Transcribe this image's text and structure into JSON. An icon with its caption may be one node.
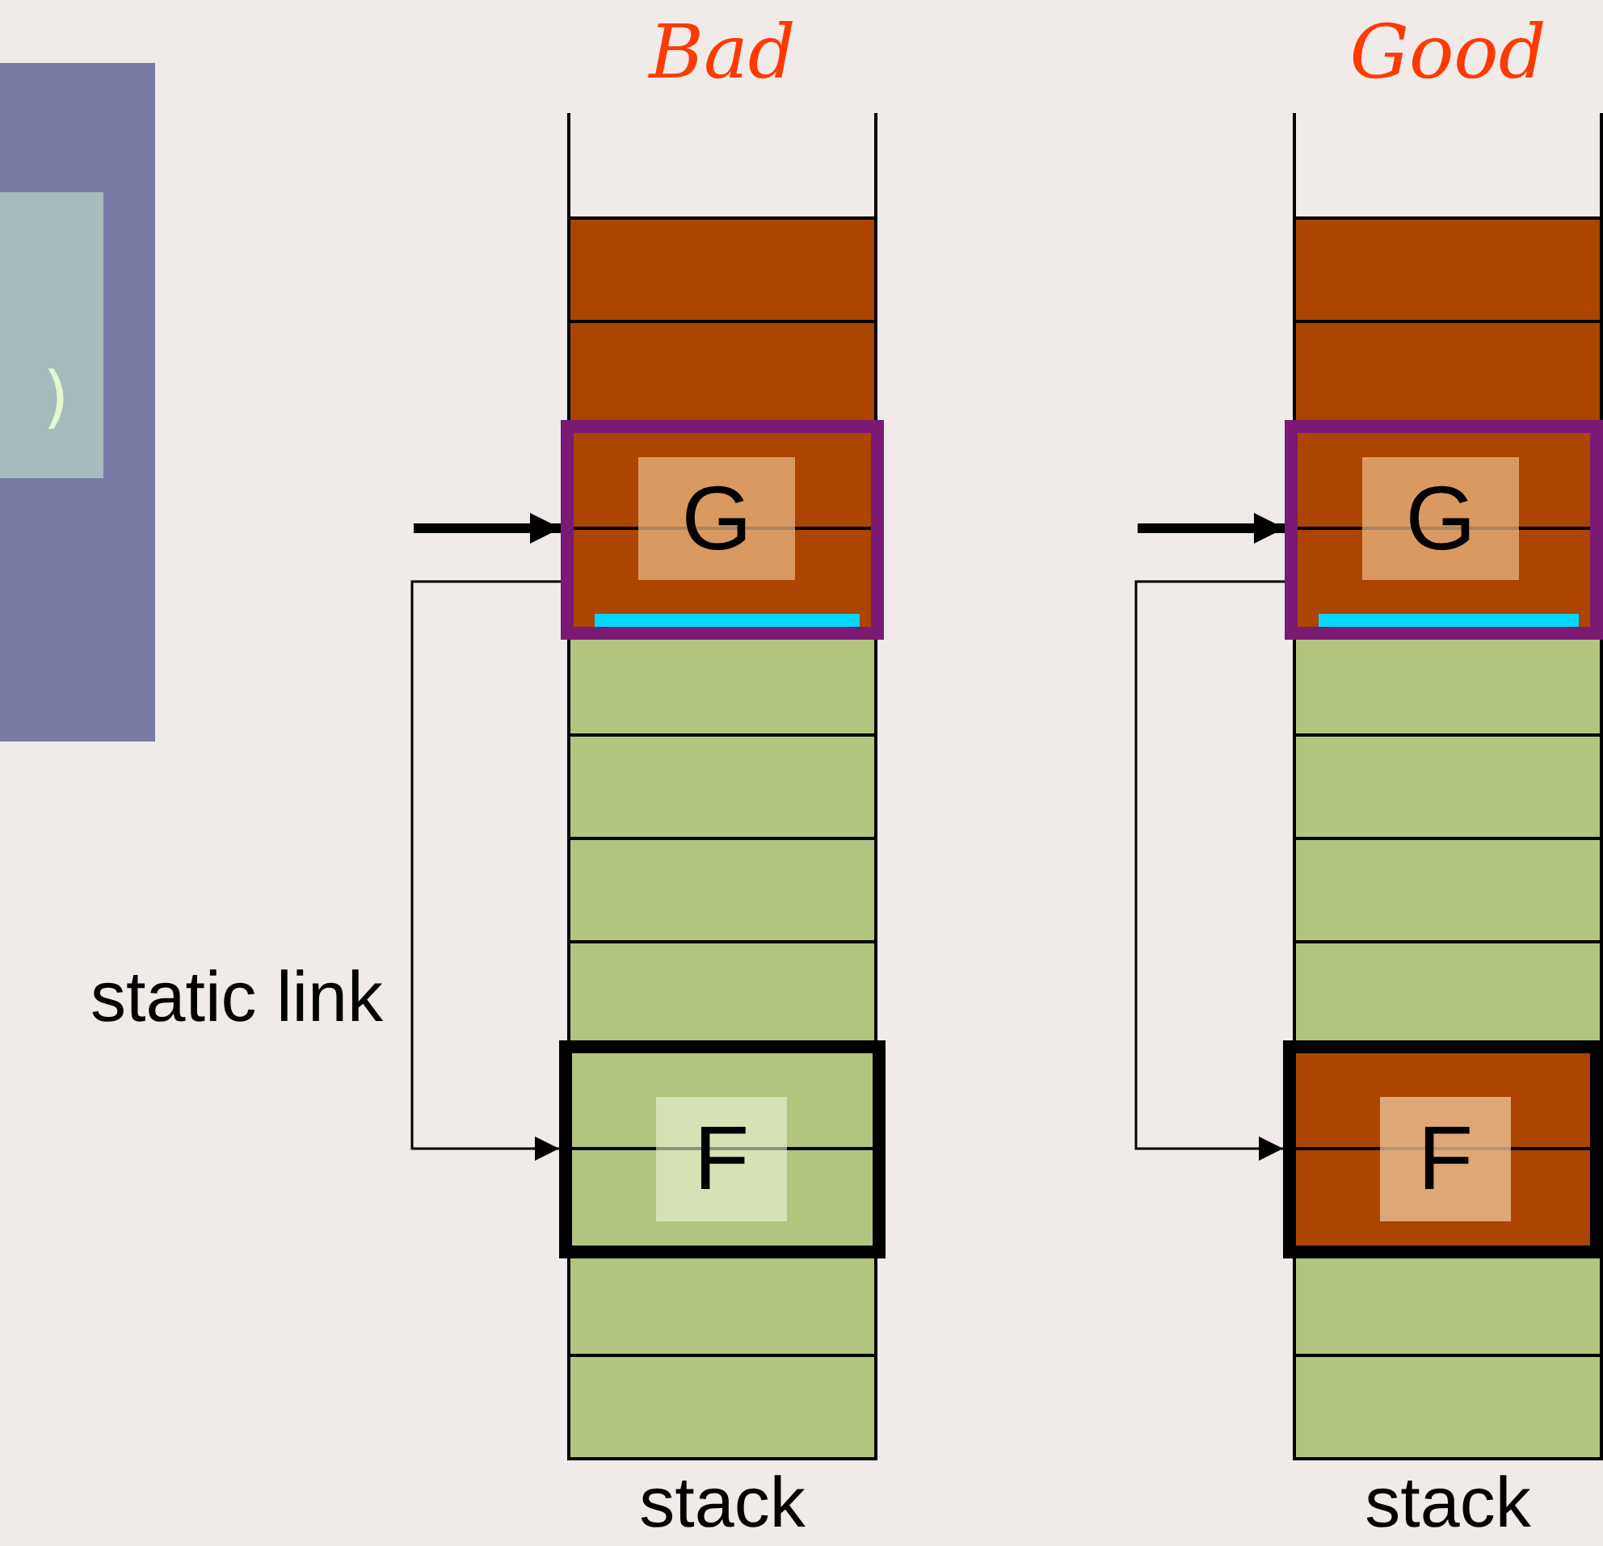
{
  "diagram": {
    "nodes": [
      {
        "text": [],
        "shape": "box"
      },
      {
        "text": [
          ")"
        ],
        "in": 0
      },
      {
        "text": [
          "Bad"
        ],
        "beside": [
          "stack"
        ]
      },
      {
        "text": [
          "G"
        ],
        "in": 2
      },
      {
        "text": [
          "F"
        ],
        "in": 2
      },
      {
        "text": [
          "Good"
        ],
        "beside": [
          "stack"
        ]
      },
      {
        "text": [
          "G"
        ],
        "in": 5
      },
      {
        "text": [
          "F"
        ],
        "in": 5
      }
    ],
    "edges": [
      {
        "from": null,
        "to": 3,
        "arrow": "to",
        "style": "thick"
      },
      {
        "from": 3,
        "to": 4,
        "arrow": "to",
        "label": "static link"
      },
      {
        "from": null,
        "to": 6,
        "arrow": "to",
        "style": "thick"
      },
      {
        "from": 6,
        "to": 7,
        "arrow": "to"
      }
    ]
  }
}
